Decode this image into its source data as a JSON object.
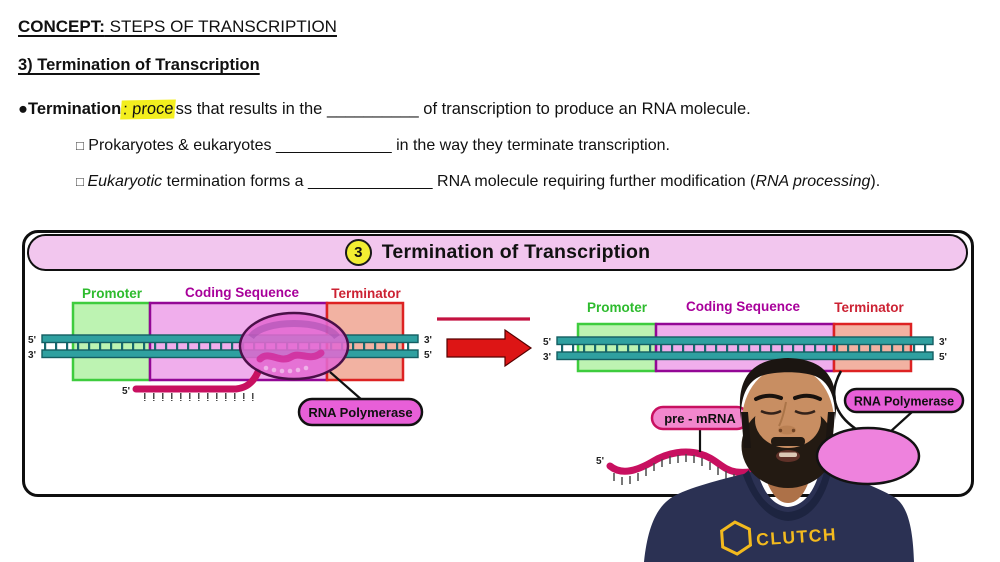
{
  "header": {
    "concept_label": "CONCEPT:",
    "concept_title": " STEPS OF TRANSCRIPTION",
    "section_title": "3) Termination of Transcription"
  },
  "notes": {
    "term_bold": "●Termination",
    "term_highlight": ": proce",
    "term_rest": "ss that results in the __________ of transcription to produce an RNA molecule.",
    "sub1_marker": "□",
    "sub1_text": " Prokaryotes & eukaryotes _____________ in the way they terminate transcription.",
    "sub2_marker": "□ ",
    "sub2_italic1": "Eukaryotic",
    "sub2_mid": " termination forms a ______________ RNA molecule requiring further modification (",
    "sub2_italic2": "RNA processing",
    "sub2_end": ")."
  },
  "figure": {
    "step_number": "3",
    "title": "Termination of Transcription",
    "promoter": "Promoter",
    "coding_sequence": "Coding Sequence",
    "terminator": "Terminator",
    "five_prime": "5'",
    "three_prime": "3'",
    "rna_polymerase": "RNA Polymerase",
    "pre_mrna": "pre - mRNA"
  },
  "person": {
    "shirt_logo": "CLUTCH"
  },
  "colors": {
    "banner_pink": "#f2c6ee",
    "step_yellow": "#f2ee32",
    "promoter_fill": "#bdf3b2",
    "promoter_stroke": "#3ecc3e",
    "promoter_text": "#2ebb2e",
    "coding_fill": "#f0aeec",
    "coding_stroke": "#930795",
    "coding_text": "#a8009a",
    "terminator_fill": "#f2b2a2",
    "terminator_stroke": "#dd2222",
    "terminator_text": "#cc2233",
    "dna_teal": "#2fa0a0",
    "rna_crimson": "#c81060",
    "polymerase_magenta": "#e26ad2",
    "polymerase_magenta_right": "#ee82dd",
    "label_pill_magenta": "#e85fd8",
    "pre_mrna_pill": "#f287cd",
    "arrow_red": "#dd1515",
    "highlight_yellow": "#f3ee1e",
    "shirt_navy": "#2b3153",
    "logo_gold": "#f3ba1e"
  }
}
